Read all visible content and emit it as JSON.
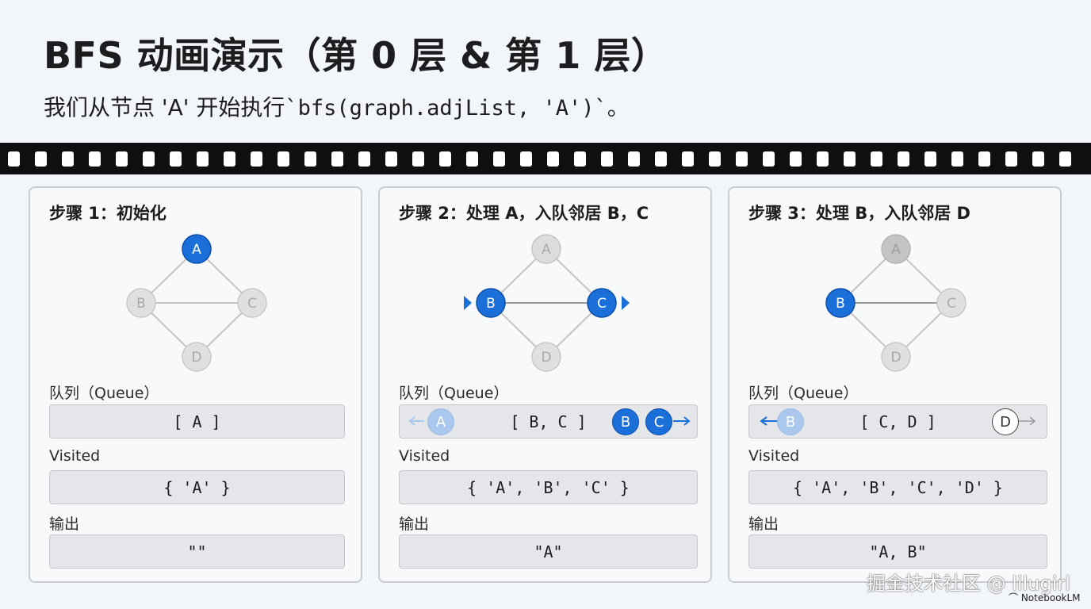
{
  "title": "BFS 动画演示（第 0 层 & 第 1 层）",
  "subtitle": {
    "prefix": "我们从节点 'A' 开始执行",
    "code": "`bfs(graph.adjList, 'A')`",
    "suffix": "。"
  },
  "labels": {
    "queue": "队列（Queue）",
    "visited": "Visited",
    "output": "输出"
  },
  "colors": {
    "active_node": "#1a6fd8",
    "inactive_node": "#e0e0e0",
    "edge": "#c4c4c4",
    "film": "#0f0f0f"
  },
  "panels": [
    {
      "title": "步骤 1：初始化",
      "graph": {
        "A": "A",
        "B": "B",
        "C": "C",
        "D": "D"
      },
      "queue": "[ A ]",
      "visited": "{ 'A' }",
      "output": "\"\""
    },
    {
      "title": "步骤 2：处理 A，入队邻居 B，C",
      "graph": {
        "A": "A",
        "B": "B",
        "C": "C",
        "D": "D"
      },
      "queue": "[ B, C ]",
      "queue_out": "A",
      "queue_in": [
        "B",
        "C"
      ],
      "visited": "{ 'A', 'B', 'C' }",
      "output": "\"A\""
    },
    {
      "title": "步骤 3：处理 B，入队邻居 D",
      "graph": {
        "A": "A",
        "B": "B",
        "C": "C",
        "D": "D"
      },
      "queue": "[ C, D ]",
      "queue_out": "B",
      "queue_in": [
        "D"
      ],
      "visited": "{ 'A', 'B', 'C', 'D' }",
      "output": "\"A, B\""
    }
  ],
  "watermark": "掘金技术社区 @ lilugirl",
  "brand": "NotebookLM"
}
